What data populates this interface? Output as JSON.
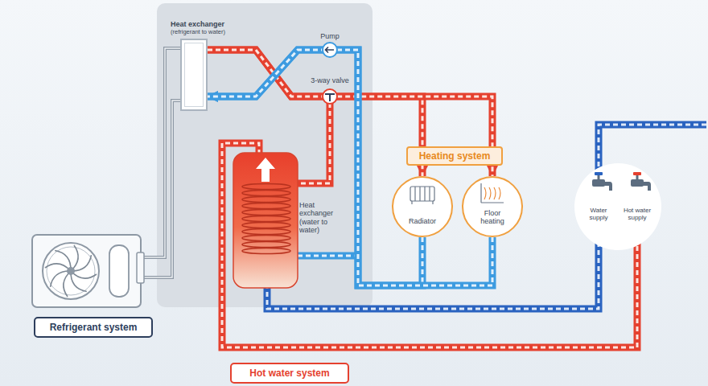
{
  "diagram": {
    "nodes": [
      {
        "text": [
          "Heat exchanger",
          "(refrigerant to water)"
        ]
      },
      {
        "text": [
          "Heating system"
        ]
      },
      {
        "text": [
          "Radiator"
        ]
      },
      {
        "text": [
          "Floor heating"
        ]
      },
      {
        "text": [
          "Water supply",
          "Hot water supply"
        ]
      },
      {
        "text": [
          "Refrigerant system"
        ]
      },
      {
        "text": [
          "Hot water system"
        ]
      }
    ],
    "edges": [
      {
        "from": 0,
        "to": 2,
        "arrow": "to"
      },
      {
        "from": 0,
        "to": 3,
        "arrow": "to"
      },
      {
        "from": 2,
        "to": 0,
        "arrow": "to"
      },
      {
        "from": 3,
        "to": 0,
        "arrow": "to"
      }
    ],
    "labels": [
      "Pump",
      "3-way valve",
      "Heat exchanger (water to water)"
    ]
  }
}
